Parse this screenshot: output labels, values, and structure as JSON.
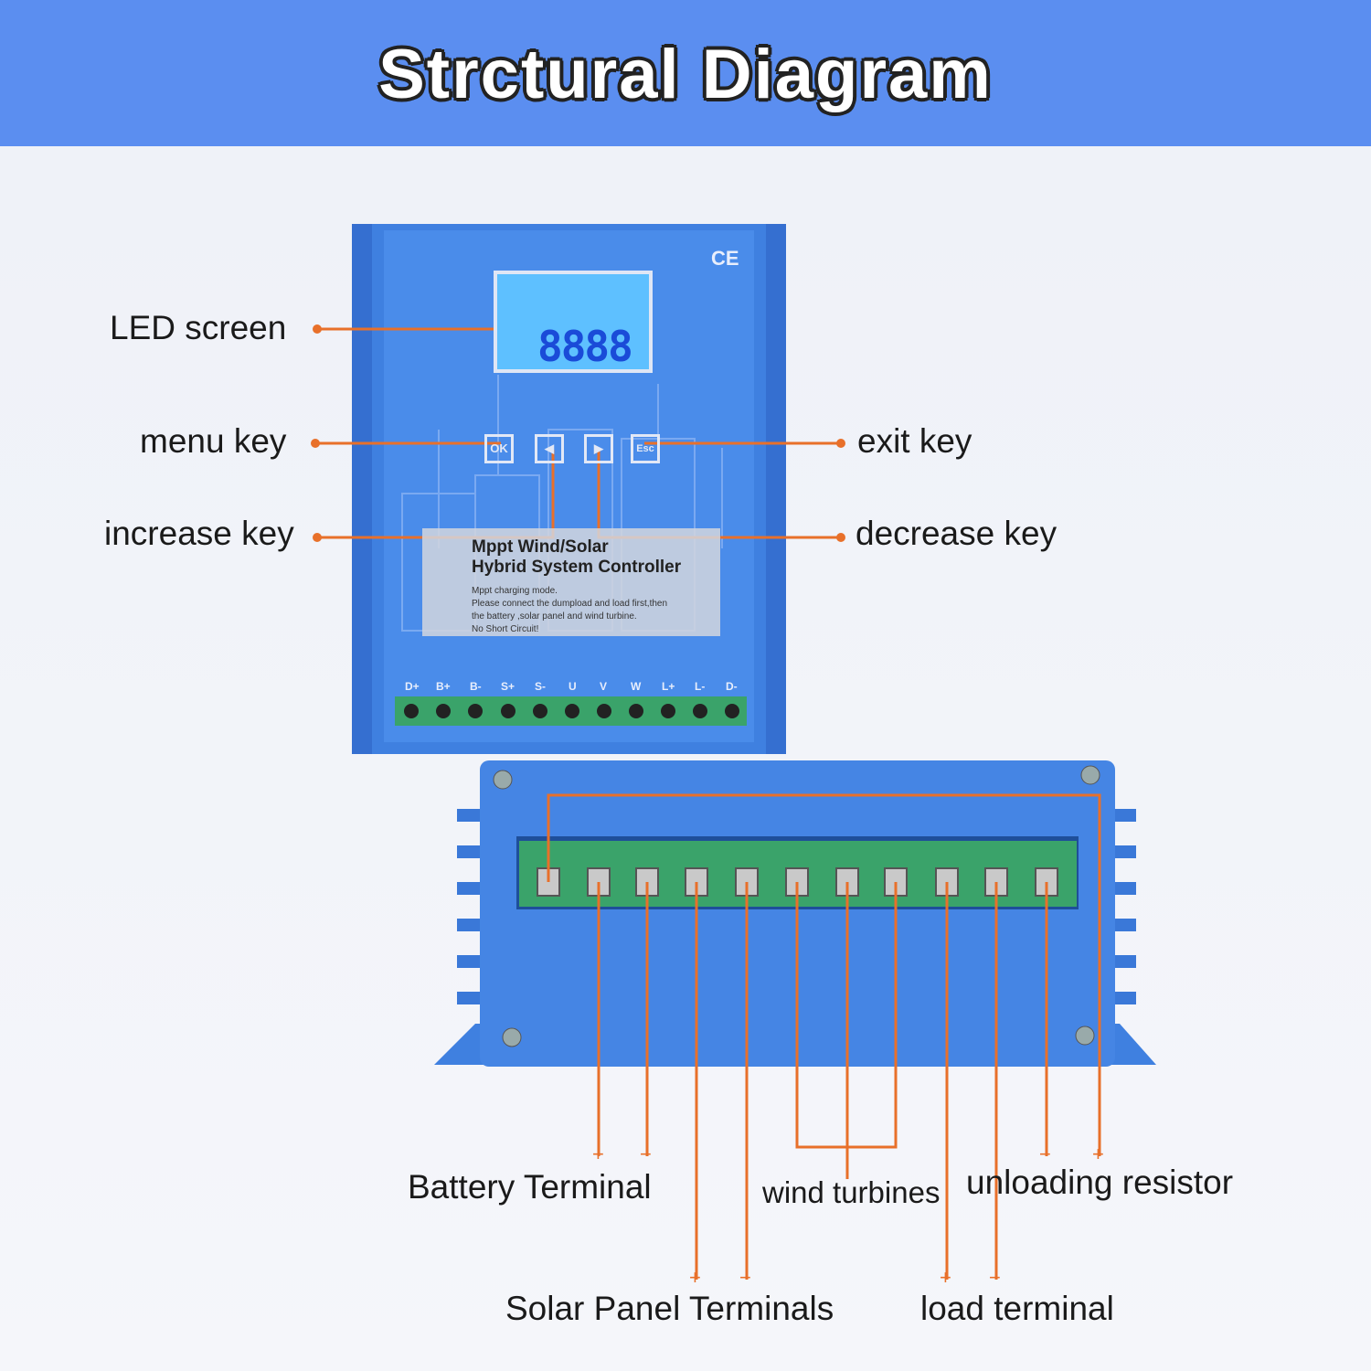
{
  "header": {
    "title": "Strctural Diagram"
  },
  "colors": {
    "header_bg": "#5b8ef0",
    "leader_line": "#e8702a",
    "device_body": "#3f80e0",
    "terminal_block": "#3aa36a"
  },
  "device": {
    "ce_mark": "CE",
    "lcd_digits": "8888",
    "keys": [
      "OK",
      "◀",
      "▶",
      "Esc"
    ],
    "plate_title": [
      "Mppt Wind/Solar",
      "Hybrid System Controller"
    ],
    "plate_text": [
      "Mppt charging mode.",
      "Please connect the dumpload and load first,then",
      "the battery ,solar panel and wind turbine.",
      "No Short Circuit!"
    ],
    "terminal_labels": [
      "D+",
      "B+",
      "B-",
      "S+",
      "S-",
      "U",
      "V",
      "W",
      "L+",
      "L-",
      "D-"
    ]
  },
  "callouts": {
    "led_screen": "LED screen",
    "menu_key": "menu key",
    "increase_key": "increase key",
    "exit_key": "exit key",
    "decrease_key": "decrease key",
    "battery_terminal": "Battery Terminal",
    "solar_panel_terminals": "Solar Panel Terminals",
    "wind_turbines": "wind turbines",
    "unloading_resistor": "unloading resistor",
    "load_terminal": "load terminal"
  },
  "polarity": {
    "plus": "+",
    "minus": "−"
  }
}
